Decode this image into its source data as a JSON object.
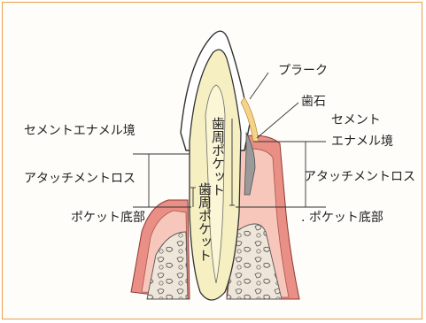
{
  "labels": {
    "plaque": "プラーク",
    "calculus": "歯石",
    "cej_right": "セメント\nエナメル境",
    "cej_left": "セメントエナメル境",
    "attachment_loss_left": "アタッチメントロス",
    "attachment_loss_right": "アタッチメントロス",
    "pocket_base_left": "ポケット底部",
    "pocket_base_right": ". ポケット底部",
    "pocket_upper": "歯周ポケット",
    "pocket_lower": "歯周ポケット"
  },
  "colors": {
    "frame": "#e6a04a",
    "gum": "#e98f86",
    "gum_inner": "#f6c7ba",
    "enamel": "#ffffff",
    "dentin": "#f6efc2",
    "root": "#fbf6d6",
    "plaque": "#f3d48a",
    "calculus": "#9a9a9a",
    "bone": "#eadfd2"
  }
}
